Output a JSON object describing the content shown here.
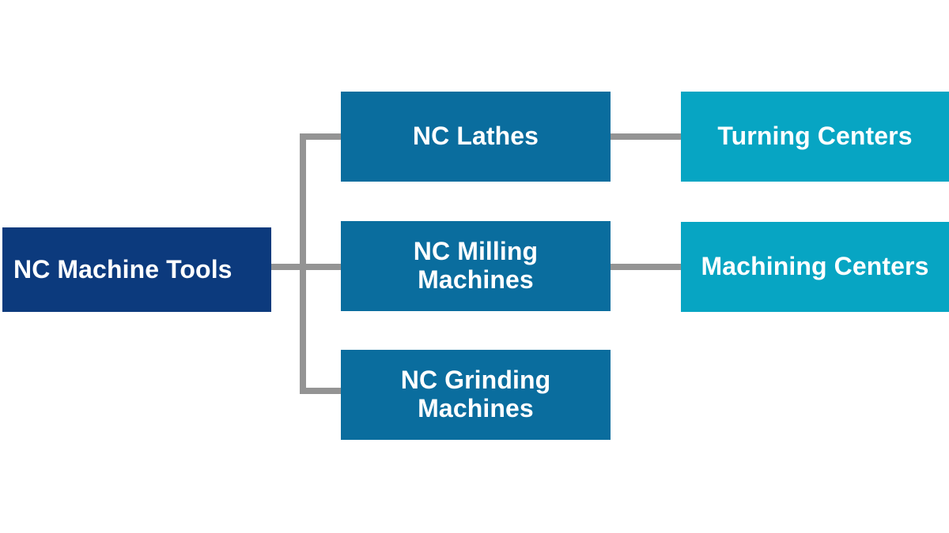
{
  "diagram": {
    "title": "NC Machine Tools",
    "type": "hierarchy-tree",
    "orientation": "left-to-right",
    "background_color": "#ffffff",
    "connector_color": "#949494",
    "levels": [
      {
        "level": 1,
        "color": "#0c3a7d",
        "text_color": "#ffffff",
        "nodes": [
          {
            "id": "nc-machine-tools",
            "label": "NC Machine Tools"
          }
        ]
      },
      {
        "level": 2,
        "color": "#0a6d9e",
        "text_color": "#ffffff",
        "nodes": [
          {
            "id": "nc-lathes",
            "label": "NC Lathes"
          },
          {
            "id": "nc-milling-machines",
            "label": "NC Milling\nMachines"
          },
          {
            "id": "nc-grinding-machines",
            "label": "NC Grinding\nMachines"
          }
        ]
      },
      {
        "level": 3,
        "color": "#07a5c3",
        "text_color": "#ffffff",
        "nodes": [
          {
            "id": "turning-centers",
            "label": "Turning Centers"
          },
          {
            "id": "machining-centers",
            "label": "Machining Centers"
          }
        ]
      }
    ],
    "edges": [
      {
        "from": "nc-machine-tools",
        "to": "nc-lathes"
      },
      {
        "from": "nc-machine-tools",
        "to": "nc-milling-machines"
      },
      {
        "from": "nc-machine-tools",
        "to": "nc-grinding-machines"
      },
      {
        "from": "nc-lathes",
        "to": "turning-centers"
      },
      {
        "from": "nc-milling-machines",
        "to": "machining-centers"
      }
    ]
  }
}
